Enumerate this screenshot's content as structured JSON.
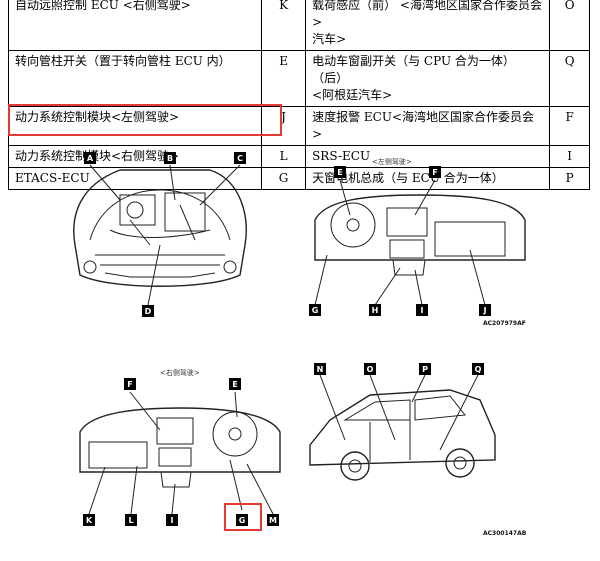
{
  "table": {
    "rows": [
      {
        "c1": "自动远照控制 ECU <右侧驾驶>",
        "c2": "K",
        "c3": "载荷感应（前） <海湾地区国家合作委员会>",
        "c3b": "汽车>",
        "c4": "O"
      },
      {
        "c1": "转向管柱开关（置于转向管柱 ECU 内）",
        "c2": "E",
        "c3": "电动车窗副开关（与 CPU 合为一体）（后）",
        "c3b": "<阿根廷汽车>",
        "c4": "Q"
      },
      {
        "c1": "动力系统控制模块<左侧驾驶>",
        "c2": "J",
        "c3": "速度报警 ECU<海湾地区国家合作委员会>",
        "c4": "F"
      },
      {
        "c1": "动力系统控制模块<右侧驾驶>",
        "c2": "L",
        "c3": "SRS-ECU",
        "c4": "I"
      },
      {
        "c1": "ETACS-ECU",
        "c2": "G",
        "c3": "天窗电机总成（与 ECU 合为一体）",
        "c4": "P"
      }
    ]
  },
  "diagrams": {
    "engine": {
      "labels": [
        "A",
        "B",
        "C",
        "D"
      ]
    },
    "dash_left": {
      "caption": "<左侧驾驶>",
      "labels": [
        "E",
        "F",
        "G",
        "H",
        "I",
        "J"
      ],
      "code": "AC207979AF"
    },
    "dash_right": {
      "caption": "<右侧驾驶>",
      "labels": [
        "F",
        "E",
        "K",
        "L",
        "I",
        "G",
        "M"
      ]
    },
    "car": {
      "labels": [
        "N",
        "O",
        "P",
        "Q"
      ],
      "code": "AC300147AB"
    }
  }
}
